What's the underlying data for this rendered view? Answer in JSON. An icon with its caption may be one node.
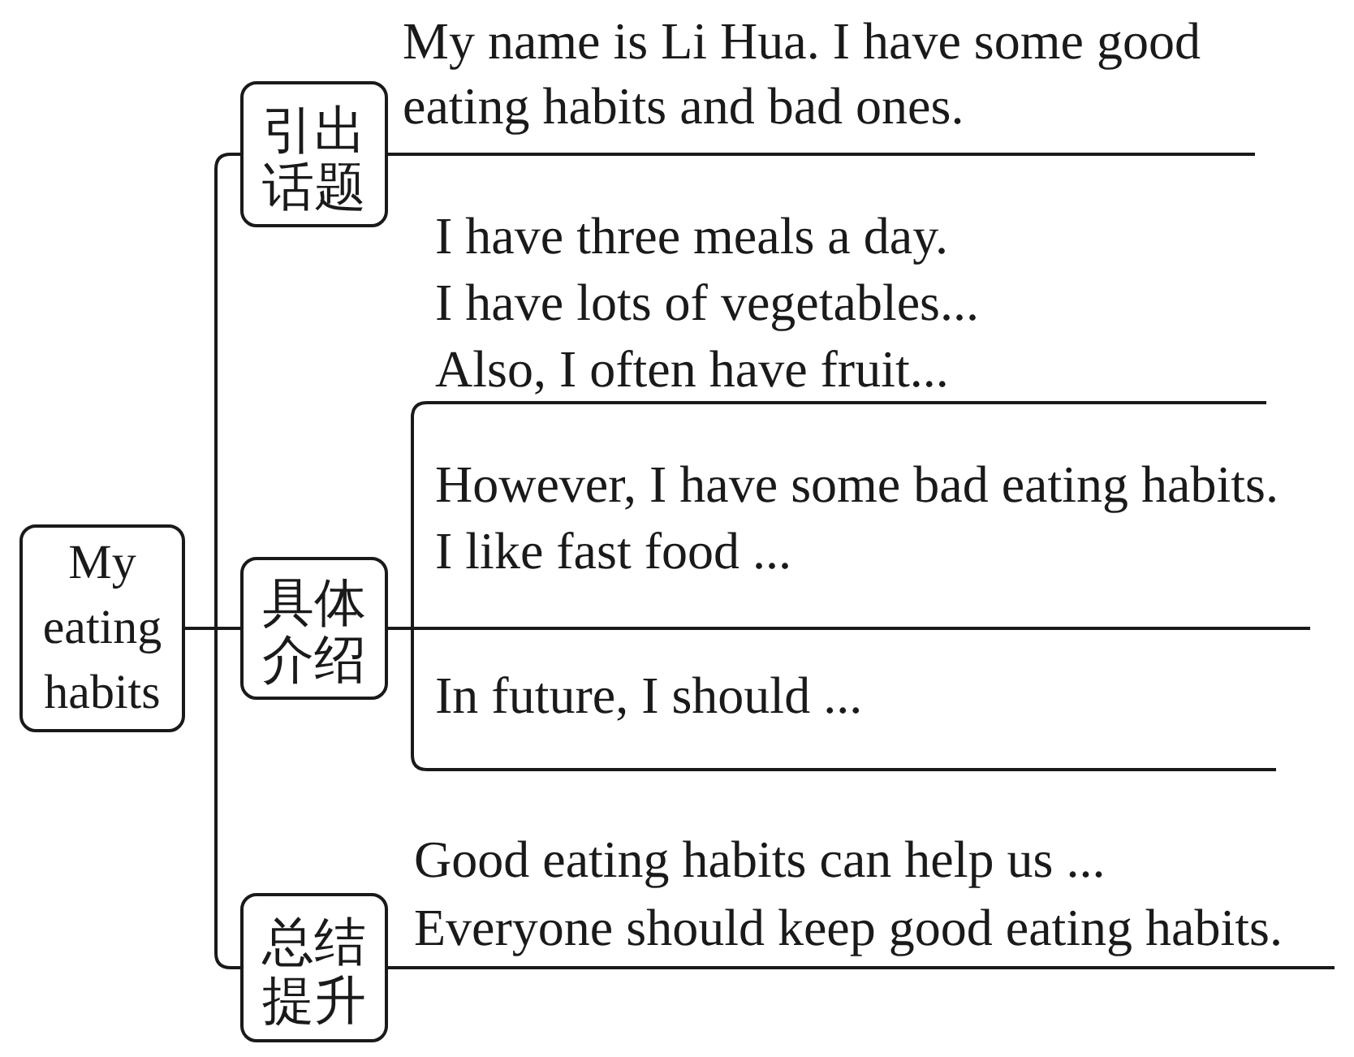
{
  "diagram": {
    "nodes": [
      {
        "text": [
          "My eating habits"
        ]
      },
      {
        "text": [
          "引出话题"
        ]
      },
      {
        "text": [
          "My name is Li Hua. I have some good eating habits and bad ones."
        ]
      },
      {
        "text": [
          "具体介绍"
        ]
      },
      {
        "text": [
          "I have three meals a day.",
          "I have lots of vegetables...",
          "Also, I often have fruit..."
        ]
      },
      {
        "text": [
          "However, I have some bad eating habits.",
          "I like fast food ..."
        ]
      },
      {
        "text": [
          "In future, I should ..."
        ]
      },
      {
        "text": [
          "总结提升"
        ]
      },
      {
        "text": [
          "Good eating habits can help us ...",
          "Everyone should keep good eating habits."
        ]
      }
    ],
    "edges": [
      {
        "from": 0,
        "to": 1,
        "arrow": "none"
      },
      {
        "from": 0,
        "to": 3,
        "arrow": "none"
      },
      {
        "from": 0,
        "to": 7,
        "arrow": "none"
      },
      {
        "from": 1,
        "to": 2,
        "arrow": "none"
      },
      {
        "from": 3,
        "to": 4,
        "arrow": "none"
      },
      {
        "from": 3,
        "to": 5,
        "arrow": "none"
      },
      {
        "from": 3,
        "to": 6,
        "arrow": "none"
      },
      {
        "from": 7,
        "to": 8,
        "arrow": "none"
      }
    ]
  }
}
